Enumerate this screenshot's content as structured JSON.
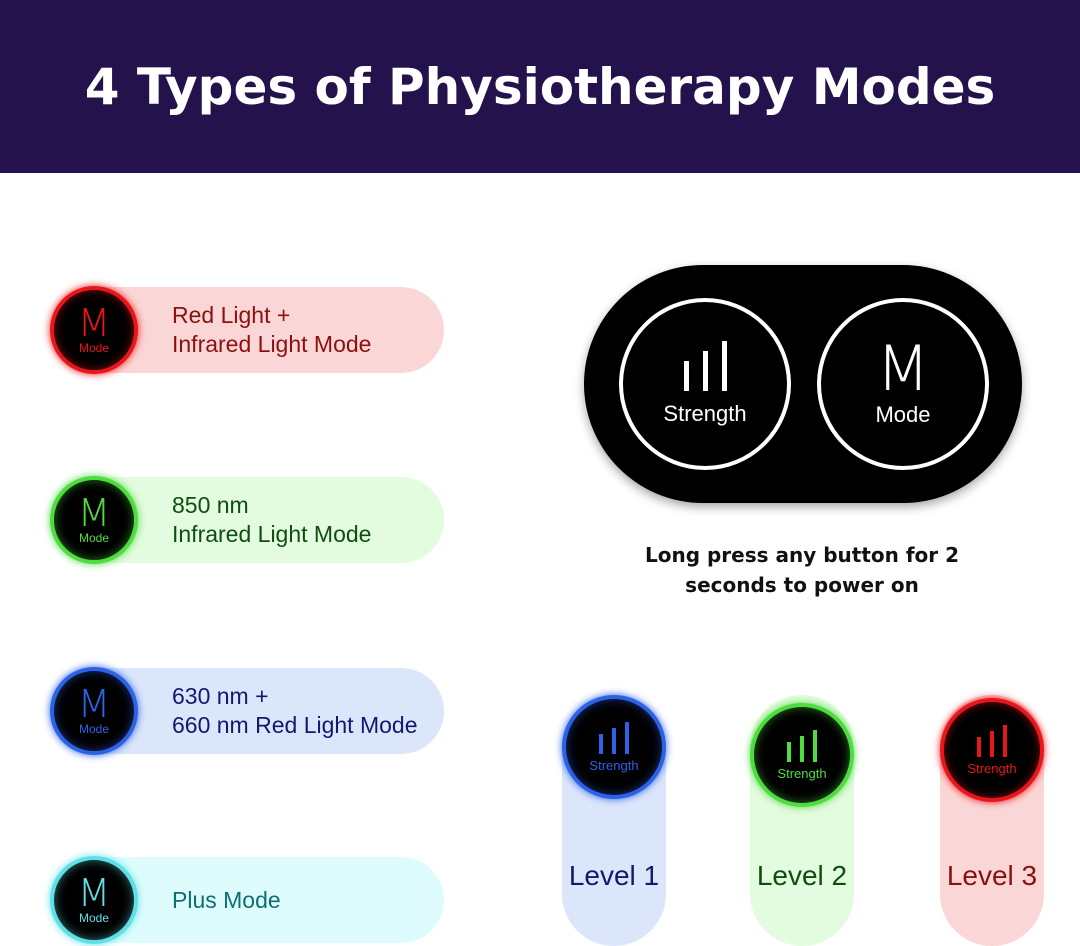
{
  "header": {
    "title": "4 Types of Physiotherapy Modes"
  },
  "modes": [
    {
      "icon_letter": "M",
      "icon_label": "Mode",
      "line1": "Red Light +",
      "line2": "Infrared Light Mode",
      "color": "#e8161a",
      "pill": "#fbd6d6",
      "text": "#8b1010"
    },
    {
      "icon_letter": "M",
      "icon_label": "Mode",
      "line1": "850 nm",
      "line2": "Infrared Light Mode",
      "color": "#4fdc3f",
      "pill": "#e3fbde",
      "text": "#0f4d12"
    },
    {
      "icon_letter": "M",
      "icon_label": "Mode",
      "line1": "630 nm +",
      "line2": "660 nm Red Light Mode",
      "color": "#2d62e6",
      "pill": "#dce6fb",
      "text": "#101a6e"
    },
    {
      "icon_letter": "M",
      "icon_label": "Mode",
      "line1": "Plus Mode",
      "line2": "",
      "color": "#5fe0e6",
      "pill": "#defcfd",
      "text": "#0e6f70"
    }
  ],
  "device": {
    "strength_label": "Strength",
    "mode_letter": "M",
    "mode_label": "Mode"
  },
  "caption": {
    "line1": "Long press any button for 2",
    "line2": "seconds to power on"
  },
  "levels": [
    {
      "icon_label": "Strength",
      "label": "Level 1",
      "color": "#2d62e6",
      "pill": "#dce6fb",
      "text": "#101a6e"
    },
    {
      "icon_label": "Strength",
      "label": "Level 2",
      "color": "#4fdc3f",
      "pill": "#e3fbde",
      "text": "#0f4d12"
    },
    {
      "icon_label": "Strength",
      "label": "Level 3",
      "color": "#e8161a",
      "pill": "#fbd6d6",
      "text": "#8b1010"
    }
  ]
}
